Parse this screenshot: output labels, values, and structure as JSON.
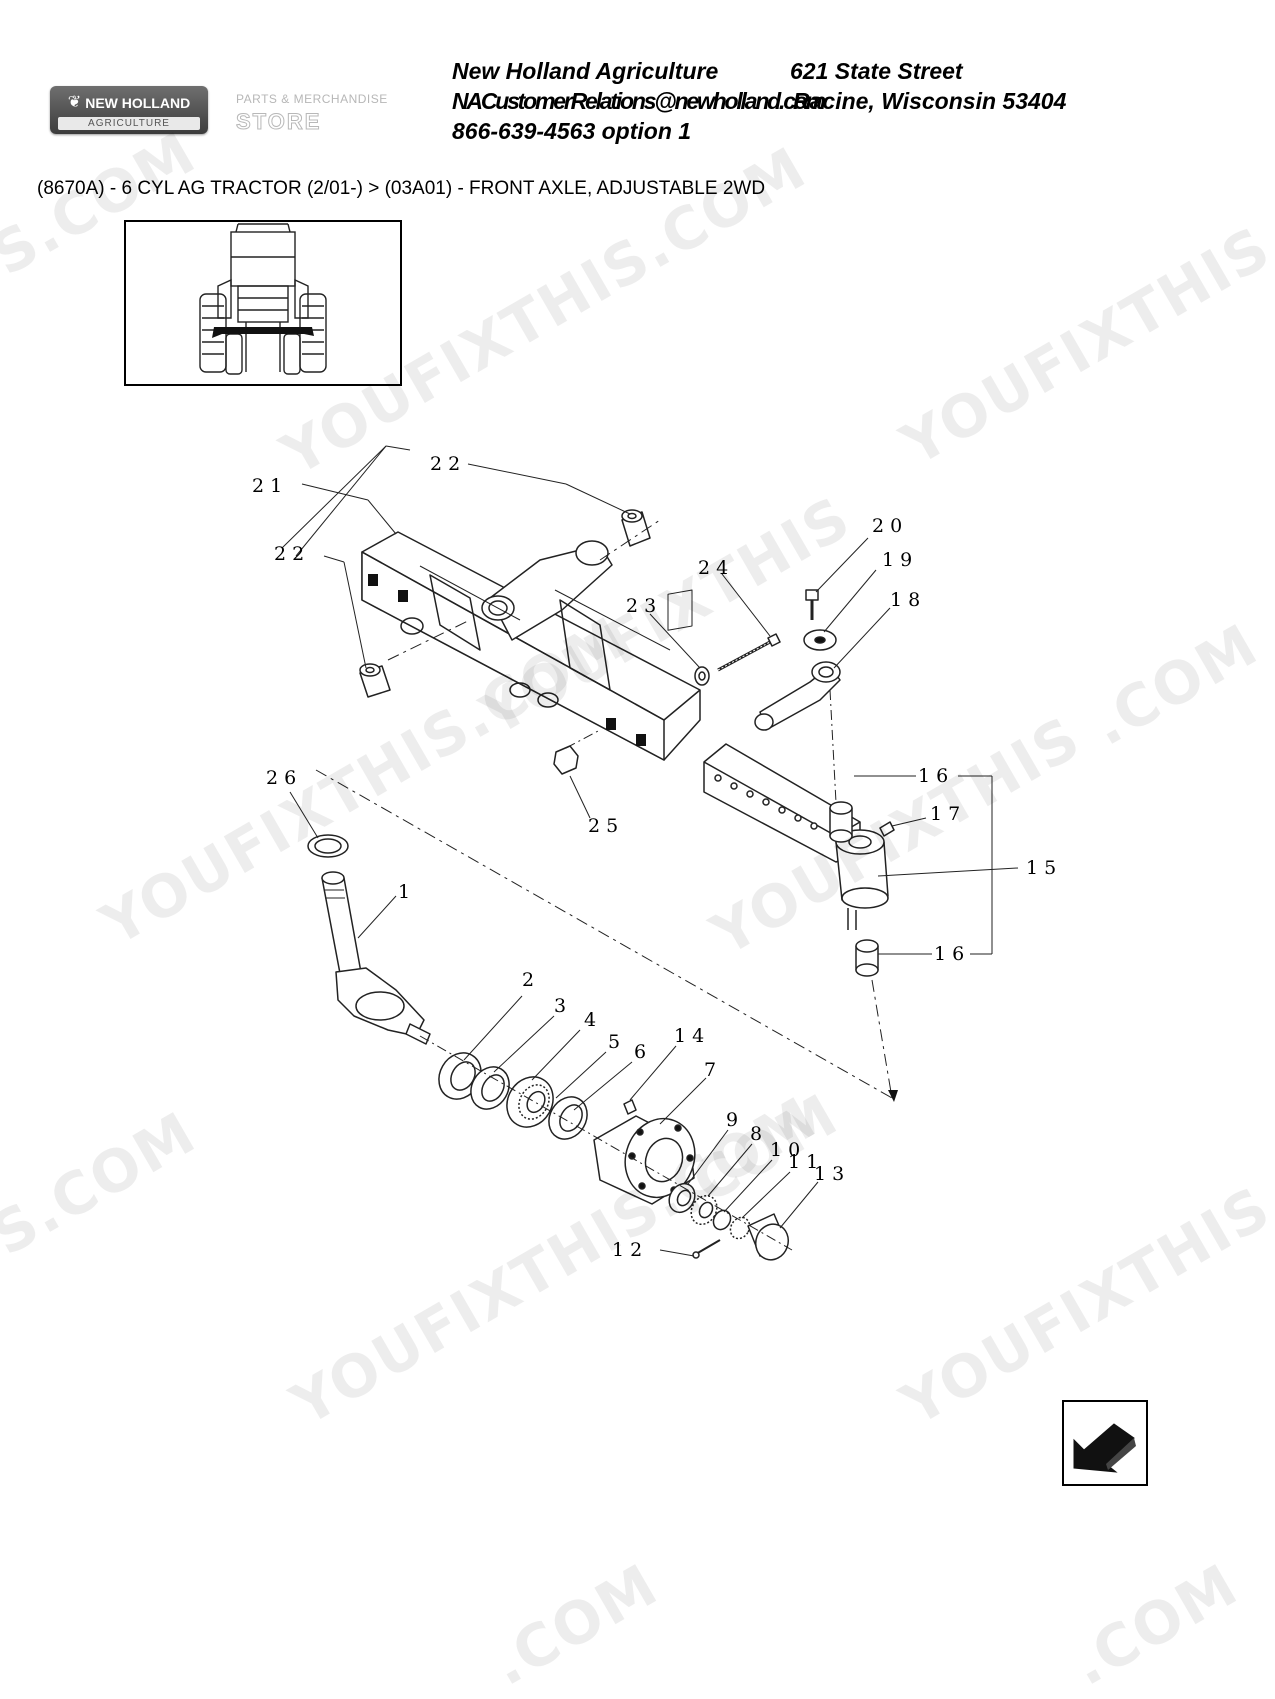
{
  "header": {
    "logo_brand": "NEW HOLLAND",
    "logo_sub": "AGRICULTURE",
    "store_line1": "PARTS & MERCHANDISE",
    "store_line2": "STORE",
    "company": "New Holland Agriculture",
    "street": "621 State Street",
    "email": "NACustomerRelations@newholland.com",
    "city": "Racine, Wisconsin 53404",
    "phone": "866-639-4563 option 1"
  },
  "breadcrumb": "(8670A) - 6 CYL AG TRACTOR (2/01-) > (03A01) - FRONT AXLE, ADJUSTABLE 2WD",
  "watermarks": [
    "YOUFIXTHIS.COM",
    "YOUFIXTHIS",
    "YOUFIXTHIS.COM",
    "YOUFIXTHIS",
    "YOUFIXTHIS.COM",
    "YOUFIXTHIS",
    "YOUFIXTHIS",
    "S.COM",
    "S.COM",
    ".COM",
    ".COM",
    ".COM",
    ".COM"
  ],
  "callouts": {
    "c1": "1",
    "c2": "2",
    "c3": "3",
    "c4": "4",
    "c5": "5",
    "c6": "6",
    "c7": "7",
    "c8": "8",
    "c9": "9",
    "c10": "1 0",
    "c11": "1 1",
    "c12": "1 2",
    "c13": "1 3",
    "c14": "1 4",
    "c15": "1 5",
    "c16a": "1 6",
    "c16b": "1 6",
    "c17": "1 7",
    "c18": "1 8",
    "c19": "1 9",
    "c20": "2 0",
    "c21": "2 1",
    "c22a": "2 2",
    "c22b": "2 2",
    "c23": "2 3",
    "c24": "2 4",
    "c25": "2 5",
    "c26": "2 6"
  }
}
